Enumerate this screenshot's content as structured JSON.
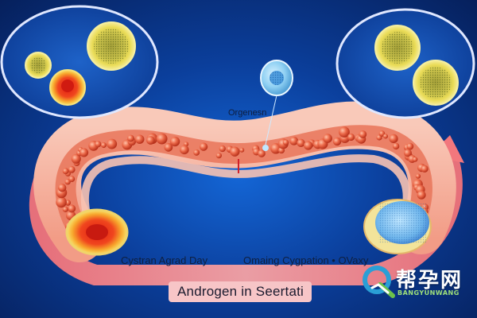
{
  "labels": {
    "top_center": "Orgenesn",
    "bottom_left": "Cystran Agrad Day",
    "bottom_center": "Omaing Cygpation • OVaxy",
    "banner": "Androgen in Seertati"
  },
  "watermark": {
    "chinese": "帮孕网",
    "english": "BANGYUNWANG"
  },
  "colors": {
    "background": "#0b3f9c",
    "arrow": "#f08a8e",
    "tube_outer": "#f4b3a4",
    "tube_inner": "#e06a4d",
    "cell_bead": "#e8553a",
    "follicle_yellow": "#e8d34a",
    "follicle_red": "#e03020",
    "egg_blue": "#7cc6f0"
  }
}
